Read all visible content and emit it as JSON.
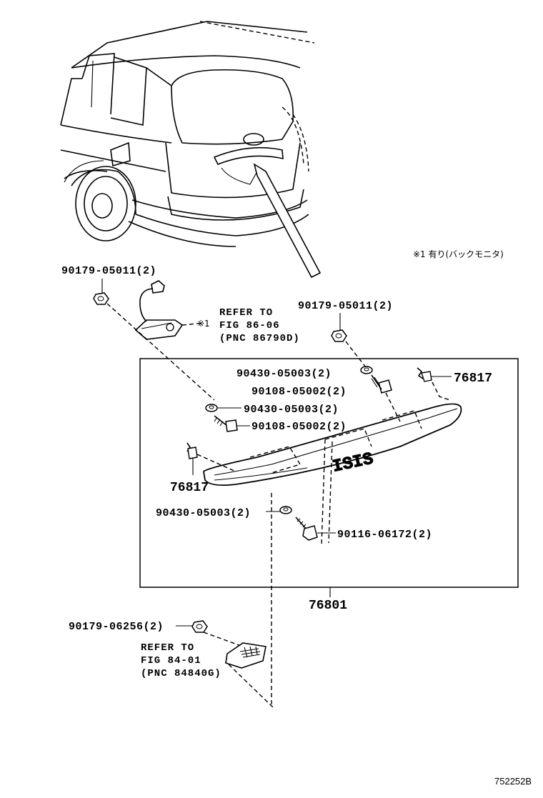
{
  "diagram": {
    "note_annotation": "※1 有り(バックモニタ)",
    "camera_marker": "※1",
    "refer1": {
      "line1": "REFER TO",
      "line2": "FIG 86-06",
      "line3": "(PNC 86790D)"
    },
    "refer2": {
      "line1": "REFER TO",
      "line2": "FIG 84-01",
      "line3": "(PNC 84840G)"
    },
    "parts": {
      "p_90179_05011_left": "90179-05011(2)",
      "p_90179_05011_right": "90179-05011(2)",
      "p_90430_05003_a": "90430-05003(2)",
      "p_90108_05002_a": "90108-05002(2)",
      "p_76817_right": "76817",
      "p_90430_05003_b": "90430-05003(2)",
      "p_90108_05002_b": "90108-05002(2)",
      "p_76817_left": "76817",
      "p_90430_05003_c": "90430-05003(2)",
      "p_90116_06172": "90116-06172(2)",
      "p_76801": "76801",
      "p_90179_06256": "90179-06256(2)"
    },
    "garnish_emblem": "ISIS",
    "figure_number": "752252B"
  }
}
